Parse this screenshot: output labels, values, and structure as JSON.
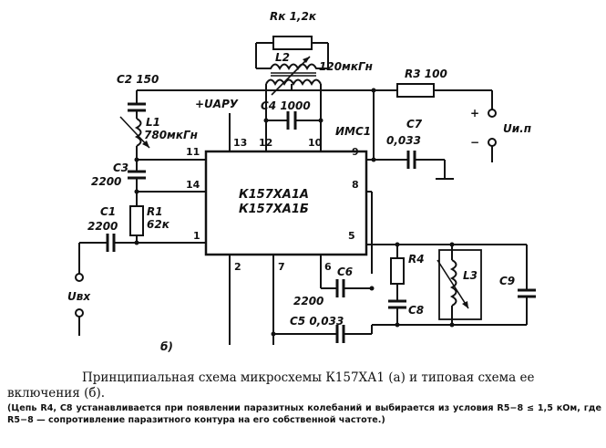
{
  "figure": {
    "components": {
      "rk": "Rк 1,2к",
      "l2_name": "L2",
      "l2_value": "120мкГн",
      "c2": "C2  150",
      "l1_name": "L1",
      "l1_value": "780мкГн",
      "c3_name": "C3",
      "c3_value": "2200",
      "r1_name": "R1",
      "r1_value": "62к",
      "c1_name": "C1",
      "c1_value": "2200",
      "c4": "C4  1000",
      "r3": "R3  100",
      "c7_name": "C7",
      "c7_value": "0,033",
      "imc": "ИМС1",
      "r4": "R4",
      "l3": "L3",
      "c9": "C9",
      "c6": "C6",
      "c6_value": "2200",
      "c8": "C8",
      "c5": "C5  0,033"
    },
    "ic_labels": [
      "К157ХА1А",
      "К157ХА1Б"
    ],
    "pins": {
      "p13": "13",
      "p12": "12",
      "p10": "10",
      "p9": "9",
      "p11": "11",
      "p14": "14",
      "p1": "1",
      "p8": "8",
      "p5": "5",
      "p2": "2",
      "p7": "7",
      "p6": "6"
    },
    "supply": {
      "plus": "+",
      "minus": "−",
      "name": "Uи.п"
    },
    "agc": "+UАРУ",
    "input": "Uвх",
    "subfig": "б)"
  },
  "caption": "Принципиальная схема микросхемы К157ХА1 (а) и типовая схема ее включения (б).",
  "note": "(Цепь R4, C8 устанавливается при появлении паразитных колебаний и выбирается из условия R5−8 ≤ 1,5 кОм, где R5−8 — сопротивление паразитного контура на его собственной частоте.)"
}
